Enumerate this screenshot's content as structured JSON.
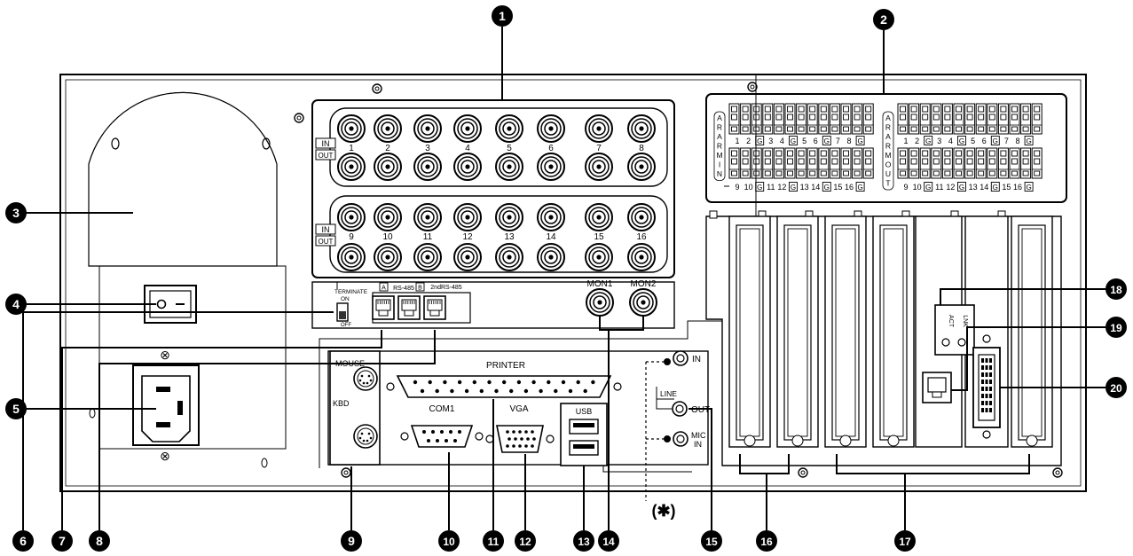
{
  "callouts": [
    "1",
    "2",
    "3",
    "4",
    "5",
    "6",
    "7",
    "8",
    "9",
    "10",
    "11",
    "12",
    "13",
    "14",
    "15",
    "16",
    "17",
    "18",
    "19",
    "20"
  ],
  "video": {
    "in_label": "IN",
    "out_label": "OUT",
    "row1_numbers": [
      "1",
      "2",
      "3",
      "4",
      "5",
      "6",
      "7",
      "8"
    ],
    "row2_numbers": [
      "9",
      "10",
      "11",
      "12",
      "13",
      "14",
      "15",
      "16"
    ]
  },
  "monitor": {
    "mon1": "MON1",
    "mon2": "MON2"
  },
  "alarm": {
    "in_label": "ARARM IN",
    "out_label": "ARARM OUT",
    "in_top_numbers": [
      "1",
      "2",
      "G",
      "3",
      "4",
      "G",
      "5",
      "6",
      "G",
      "7",
      "8",
      "G"
    ],
    "in_bottom_numbers": [
      "9",
      "10",
      "G",
      "11",
      "12",
      "G",
      "13",
      "14",
      "G",
      "15",
      "16",
      "G"
    ],
    "out_top_numbers": [
      "1",
      "2",
      "G",
      "3",
      "4",
      "G",
      "5",
      "6",
      "G",
      "7",
      "8",
      "G"
    ],
    "out_bottom_numbers": [
      "9",
      "10",
      "G",
      "11",
      "12",
      "G",
      "13",
      "14",
      "G",
      "15",
      "16",
      "G"
    ]
  },
  "rs485": {
    "terminate": "TERMINATE",
    "on": "ON",
    "off": "OFF",
    "a_label": "A",
    "b_label": "B",
    "rs485_label": "RS-485",
    "second_rs485": "2ndRS-485"
  },
  "pc_ports": {
    "mouse": "MOUSE",
    "kbd": "KBD",
    "printer": "PRINTER",
    "com1": "COM1",
    "vga": "VGA",
    "usb": "USB"
  },
  "audio": {
    "in": "IN",
    "line": "LINE",
    "out": "OUT",
    "mic_in_1": "MIC",
    "mic_in_2": "IN"
  },
  "lan": {
    "act": "ACT",
    "lnk": "LNK"
  },
  "footnote": "(✱)"
}
